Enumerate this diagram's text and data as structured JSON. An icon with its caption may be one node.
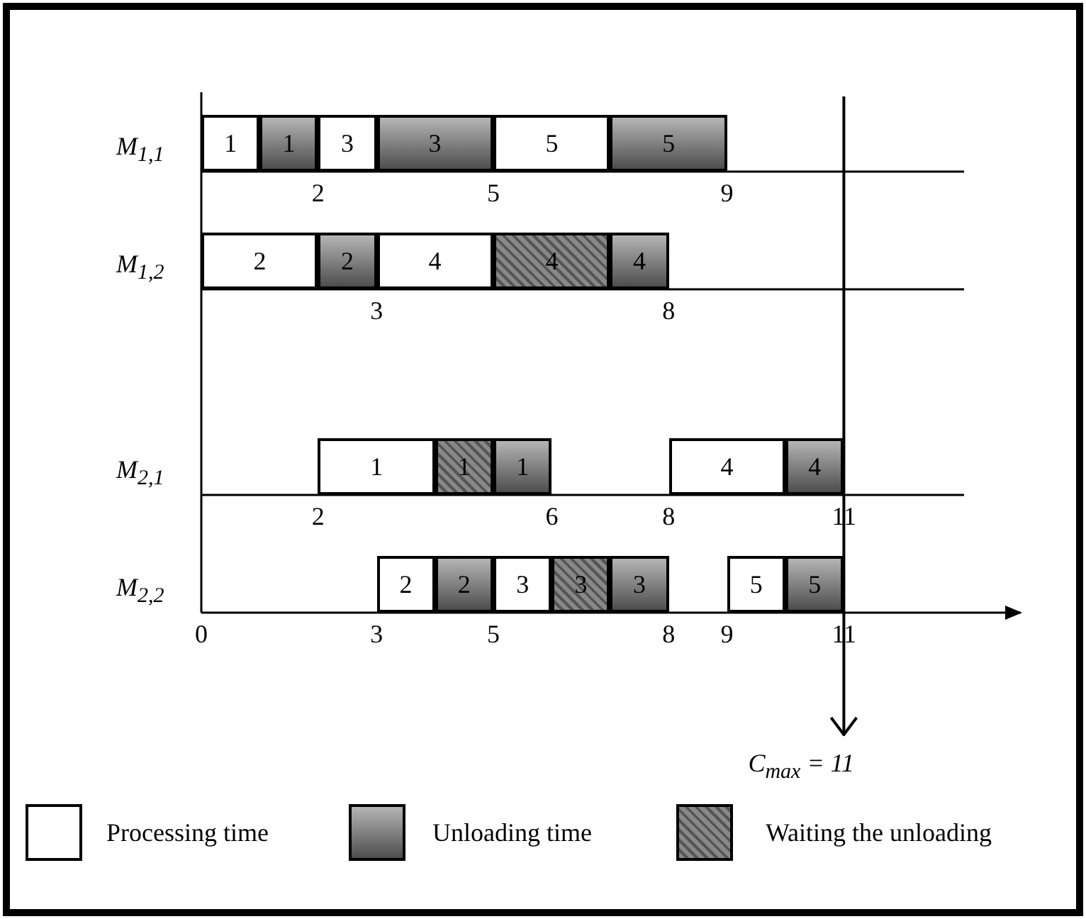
{
  "diagram": {
    "nodes": [
      {
        "text": [
          "1"
        ]
      },
      {
        "text": [
          "1"
        ]
      },
      {
        "text": [
          "3"
        ]
      },
      {
        "text": [
          "3"
        ]
      },
      {
        "text": [
          "5"
        ]
      },
      {
        "text": [
          "5"
        ]
      },
      {
        "text": [
          "2"
        ]
      },
      {
        "text": [
          "2"
        ]
      },
      {
        "text": [
          "4"
        ]
      },
      {
        "text": [
          "4"
        ]
      },
      {
        "text": [
          "4"
        ]
      },
      {
        "text": [
          "1"
        ]
      },
      {
        "text": [
          "1"
        ]
      },
      {
        "text": [
          "1"
        ]
      },
      {
        "text": [
          "4"
        ]
      },
      {
        "text": [
          "4"
        ]
      },
      {
        "text": [
          "2"
        ]
      },
      {
        "text": [
          "2"
        ]
      },
      {
        "text": [
          "3"
        ]
      },
      {
        "text": [
          "3"
        ]
      },
      {
        "text": [
          "3"
        ]
      },
      {
        "text": [
          "5"
        ]
      },
      {
        "text": [
          "5"
        ]
      }
    ],
    "edges": [],
    "labels": [
      "M$_{1,1}$",
      "2",
      "5",
      "9",
      "M$_{1,2}$",
      "3",
      "8",
      "M$_{2,1}$",
      "2",
      "6",
      "8",
      "11",
      "M$_{2,2}$",
      "0",
      "3",
      "5",
      "8",
      "9",
      "11",
      "C$_{max}$ = 11"
    ],
    "legend": [
      {
        "text": "Processing time",
        "color": "#ffffff"
      },
      {
        "text": "Unloading time",
        "color": "#777777"
      },
      {
        "text": "Waiting the unloading",
        "color": "#888888"
      }
    ]
  }
}
